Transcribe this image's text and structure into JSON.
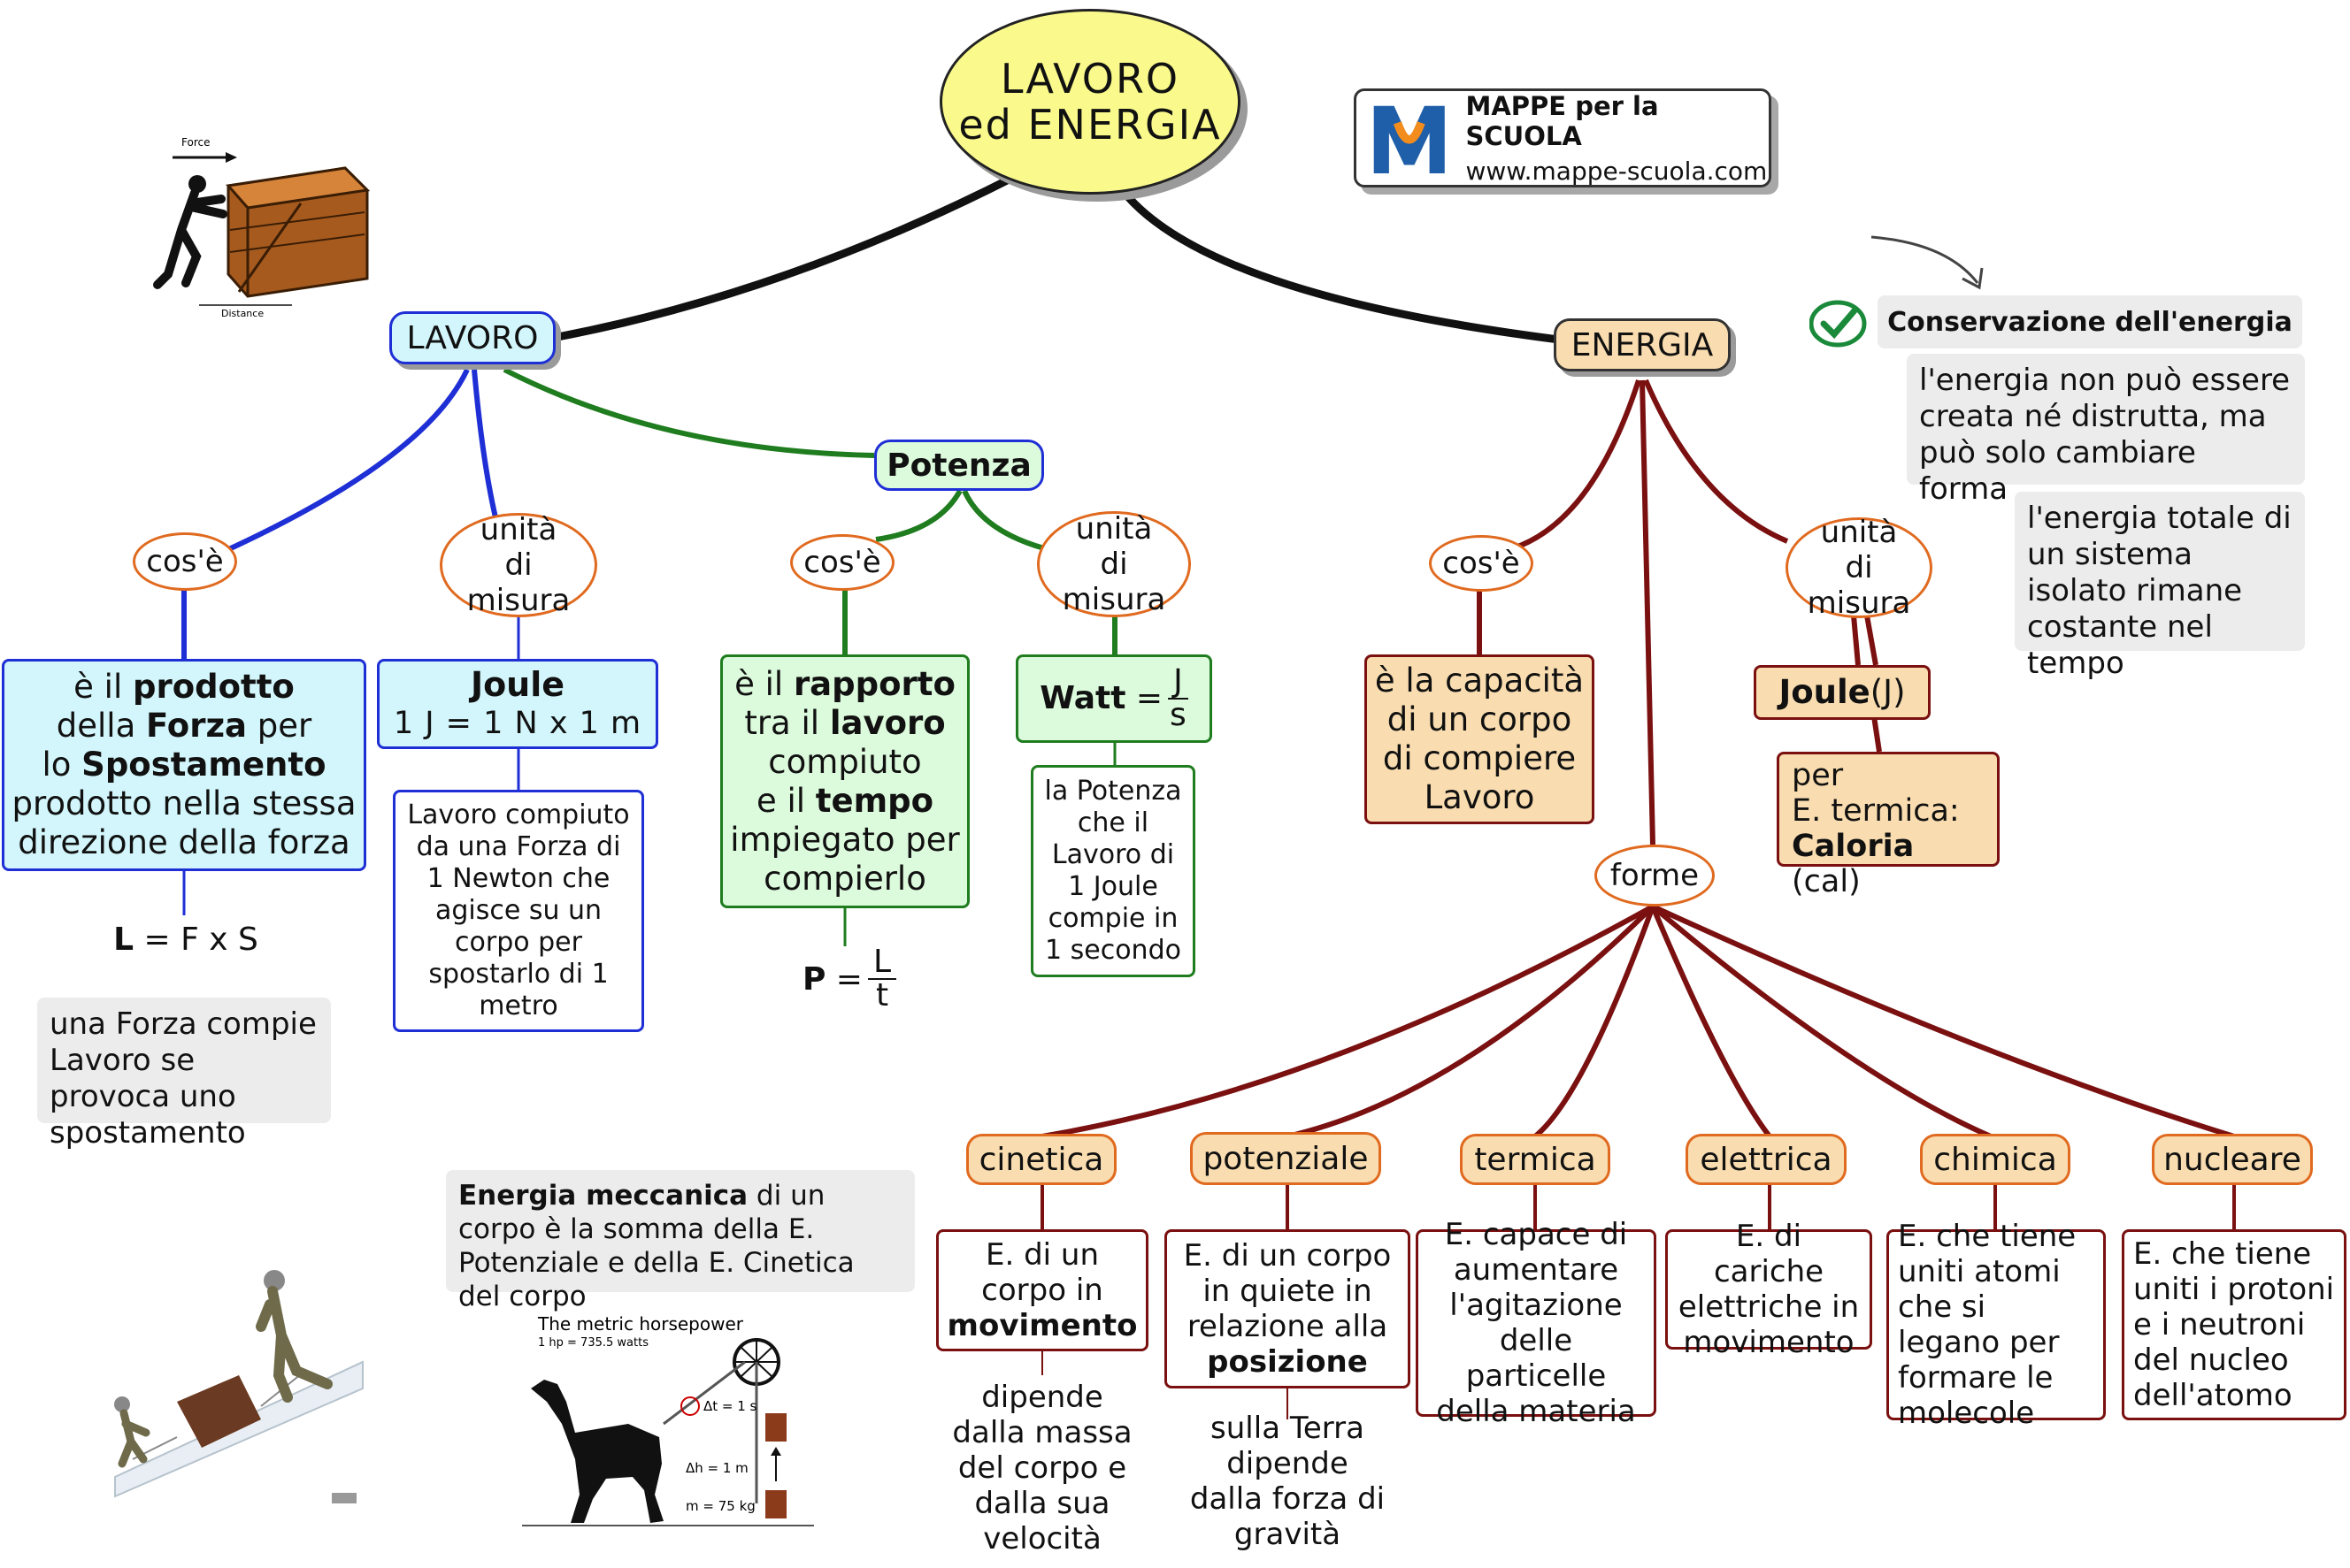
{
  "title": {
    "line1": "LAVORO",
    "line2": "ed ENERGIA"
  },
  "brand": {
    "logo_letter": "M",
    "name": "MAPPE per la SCUOLA",
    "url": "www.mappe-scuola.com"
  },
  "crate_illustration": {
    "force_label": "Force",
    "distance_label": "Distance"
  },
  "lavoro": {
    "label": "LAVORO",
    "cose_label": "cos'è",
    "unita_label": "unità di misura",
    "definition": {
      "t1": "è il ",
      "b1": "prodotto",
      "t2": "della ",
      "b2": "Forza",
      "t3": " per",
      "t4": "lo ",
      "b3": "Spostamento",
      "t5": "prodotto nella stessa",
      "t6": "direzione della forza"
    },
    "joule_title": "Joule",
    "joule_formula": "1 J = 1 N x 1 m",
    "joule_desc": "Lavoro compiuto da una Forza di 1 Newton che agisce su un corpo per spostarlo di 1 metro",
    "formula_bold": "L",
    "formula_rest": " = F x S",
    "note": "una Forza compie Lavoro se provoca uno spostamento"
  },
  "potenza": {
    "label": "Potenza",
    "cose_label": "cos'è",
    "unita_label": "unità di misura",
    "definition": {
      "t1": "è il ",
      "b1": "rapporto",
      "t2": "tra il ",
      "b2": "lavoro",
      "t3": "compiuto",
      "t4": "e il ",
      "b3": "tempo",
      "t5": "impiegato per",
      "t6": "compierlo"
    },
    "formula_bold": "P",
    "formula_eq": "=",
    "formula_num": "L",
    "formula_den": "t",
    "watt_bold": "Watt",
    "watt_eq": "=",
    "watt_num": "J",
    "watt_den": "s",
    "watt_desc": "la Potenza che il Lavoro di 1 Joule compie in 1 secondo"
  },
  "energia": {
    "label": "ENERGIA",
    "cose_label": "cos'è",
    "unita_label": "unità di misura",
    "definition": "è la capacità di un corpo di compiere Lavoro",
    "joule_bold": "Joule",
    "joule_rest": " (J)",
    "caloria_t1": "per",
    "caloria_t2": "E. termica:",
    "caloria_bold": "Caloria",
    "caloria_rest": " (cal)",
    "forme_label": "forme",
    "conservazione_title": "Conservazione dell'energia",
    "conservazione_note1": "l'energia non può essere creata né distrutta, ma può solo cambiare forma",
    "conservazione_note2": "l'energia totale di un sistema isolato rimane costante nel tempo",
    "meccanica_bold": "Energia meccanica",
    "meccanica_rest": " di un corpo è la somma della E. Potenziale e della E. Cinetica del corpo"
  },
  "forme": [
    {
      "label": "cinetica",
      "desc_pre": "E. di un corpo in",
      "desc_bold": "movimento",
      "desc_post": "",
      "extra": "dipende dalla massa del corpo e dalla sua velocità"
    },
    {
      "label": "potenziale",
      "desc_pre": "E. di un corpo in quiete in relazione alla",
      "desc_bold": "posizione",
      "desc_post": "",
      "extra": "sulla Terra dipende dalla forza di gravità"
    },
    {
      "label": "termica",
      "desc_pre": "E. capace di aumentare l'agitazione delle particelle della materia",
      "desc_bold": "",
      "desc_post": "",
      "extra": ""
    },
    {
      "label": "elettrica",
      "desc_pre": "E. di cariche elettriche in movimento",
      "desc_bold": "",
      "desc_post": "",
      "extra": ""
    },
    {
      "label": "chimica",
      "desc_pre": "E. che tiene uniti atomi che si legano per formare le molecole",
      "desc_bold": "",
      "desc_post": "",
      "extra": ""
    },
    {
      "label": "nucleare",
      "desc_pre": "E. che tiene uniti i protoni e i neutroni del nucleo dell'atomo",
      "desc_bold": "",
      "desc_post": "",
      "extra": ""
    }
  ],
  "horsepower": {
    "title": "The metric horsepower",
    "sub": "1 hp = 735.5 watts",
    "dt": "Δt = 1 s",
    "dh": "Δh = 1 m",
    "m": "m = 75 kg"
  },
  "colors": {
    "black": "#111111",
    "blue": "#1f2fd6",
    "green": "#1f7d1f",
    "brown": "#7a1010",
    "orange": "#e06a1f",
    "lavoro_fill": "#d2f6fb",
    "potenza_fill": "#dcfadc",
    "energia_fill": "#f9ddb0",
    "title_fill": "#fafa8c"
  }
}
